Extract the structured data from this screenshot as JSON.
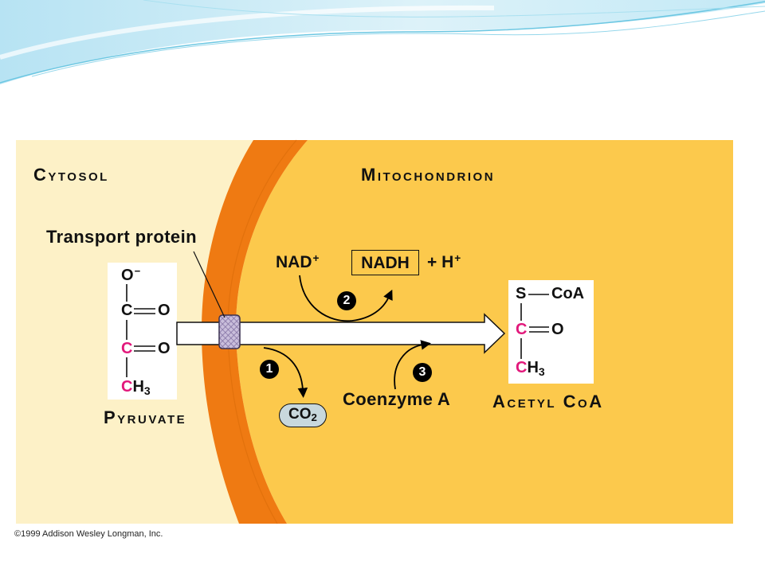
{
  "slide": {
    "copyright": "©1999 Addison Wesley Longman, Inc."
  },
  "diagram": {
    "regions": {
      "cytosol": "Cytosol",
      "mitochondrion": "Mitochondrion"
    },
    "transport_protein_label": "Transport protein",
    "pyruvate": {
      "name": "Pyruvate",
      "structure": {
        "carboxylate_oxygen": {
          "atom": "O",
          "charge": "−"
        },
        "carbonyl_1": {
          "carbon": "C",
          "oxygen": "O"
        },
        "carbonyl_2": {
          "carbon": "C",
          "oxygen": "O"
        },
        "methyl": {
          "carbon": "C",
          "hydrogen": "H",
          "count": "3"
        }
      }
    },
    "acetyl_coa": {
      "name": "Acetyl CoA",
      "structure": {
        "thioester": {
          "sulfur": "S",
          "group": "CoA"
        },
        "carbonyl": {
          "carbon": "C",
          "oxygen": "O"
        },
        "methyl": {
          "carbon": "C",
          "hydrogen": "H",
          "count": "3"
        }
      }
    },
    "reactions": {
      "nad": {
        "text": "NAD",
        "charge": "+"
      },
      "nadh": "NADH",
      "proton": {
        "text": "+ H",
        "charge": "+"
      },
      "co2": {
        "text": "CO",
        "subscript": "2"
      },
      "coenzyme_a": "Coenzyme A"
    },
    "steps": [
      "1",
      "2",
      "3"
    ]
  },
  "colors": {
    "cytosol": "#FDF1C7",
    "mitochondrion": "#FCC94C",
    "membrane": "#EF7A12",
    "labeled_carbon": "#E2187B",
    "co2_fill": "#C8D8DD",
    "transport_protein": "#C9BEDB"
  }
}
